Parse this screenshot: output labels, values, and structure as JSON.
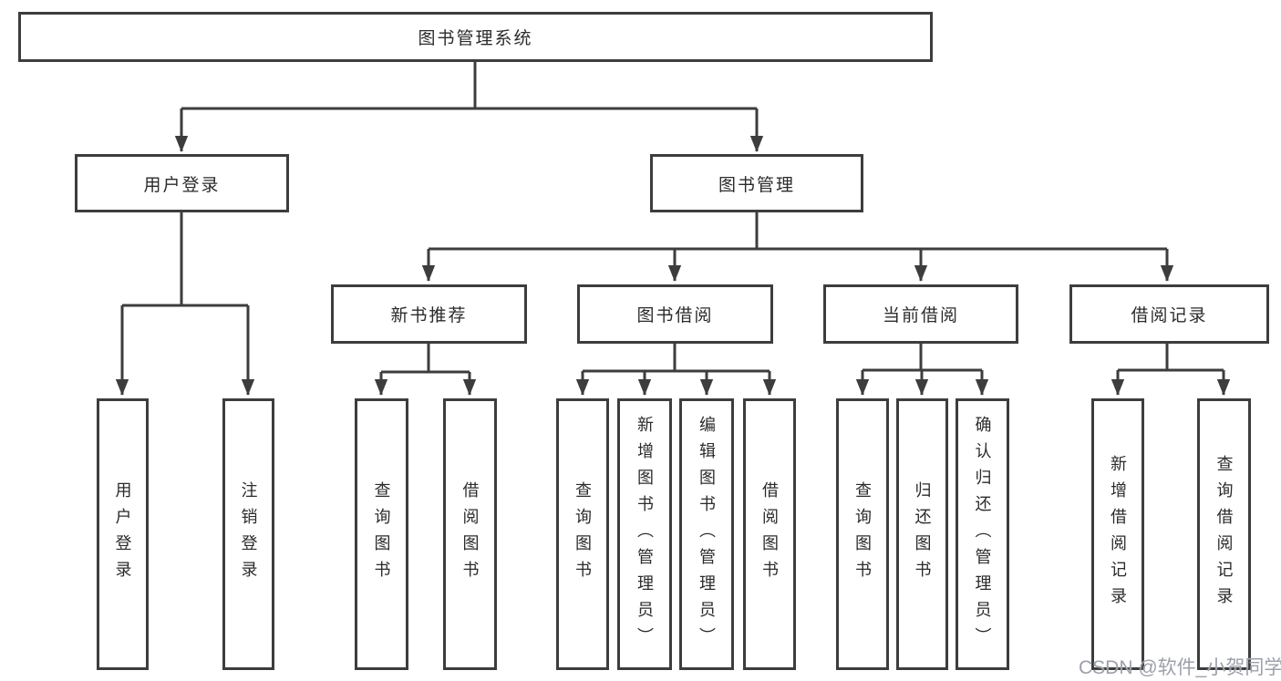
{
  "diagram": {
    "root": "图书管理系统",
    "level2": {
      "user_login": "用户登录",
      "book_management": "图书管理"
    },
    "level3": {
      "new_book_recommend": "新书推荐",
      "book_borrow": "图书借阅",
      "current_borrow": "当前借阅",
      "borrow_records": "借阅记录"
    },
    "leaves": {
      "user_login": [
        "用户登录",
        "注销登录"
      ],
      "new_book_recommend": [
        "查询图书",
        "借阅图书"
      ],
      "book_borrow": [
        "查询图书",
        "新增图书（管理员）",
        "编辑图书（管理员）",
        "借阅图书"
      ],
      "current_borrow": [
        "查询图书",
        "归还图书",
        "确认归还（管理员）"
      ],
      "borrow_records": [
        "新增借阅记录",
        "查询借阅记录"
      ]
    }
  },
  "watermark": "CSDN @软件_小贺同学",
  "colors": {
    "line": "#3d3d3d",
    "text": "#2b2b2b",
    "background": "#ffffff",
    "watermark": "#9498a2"
  }
}
